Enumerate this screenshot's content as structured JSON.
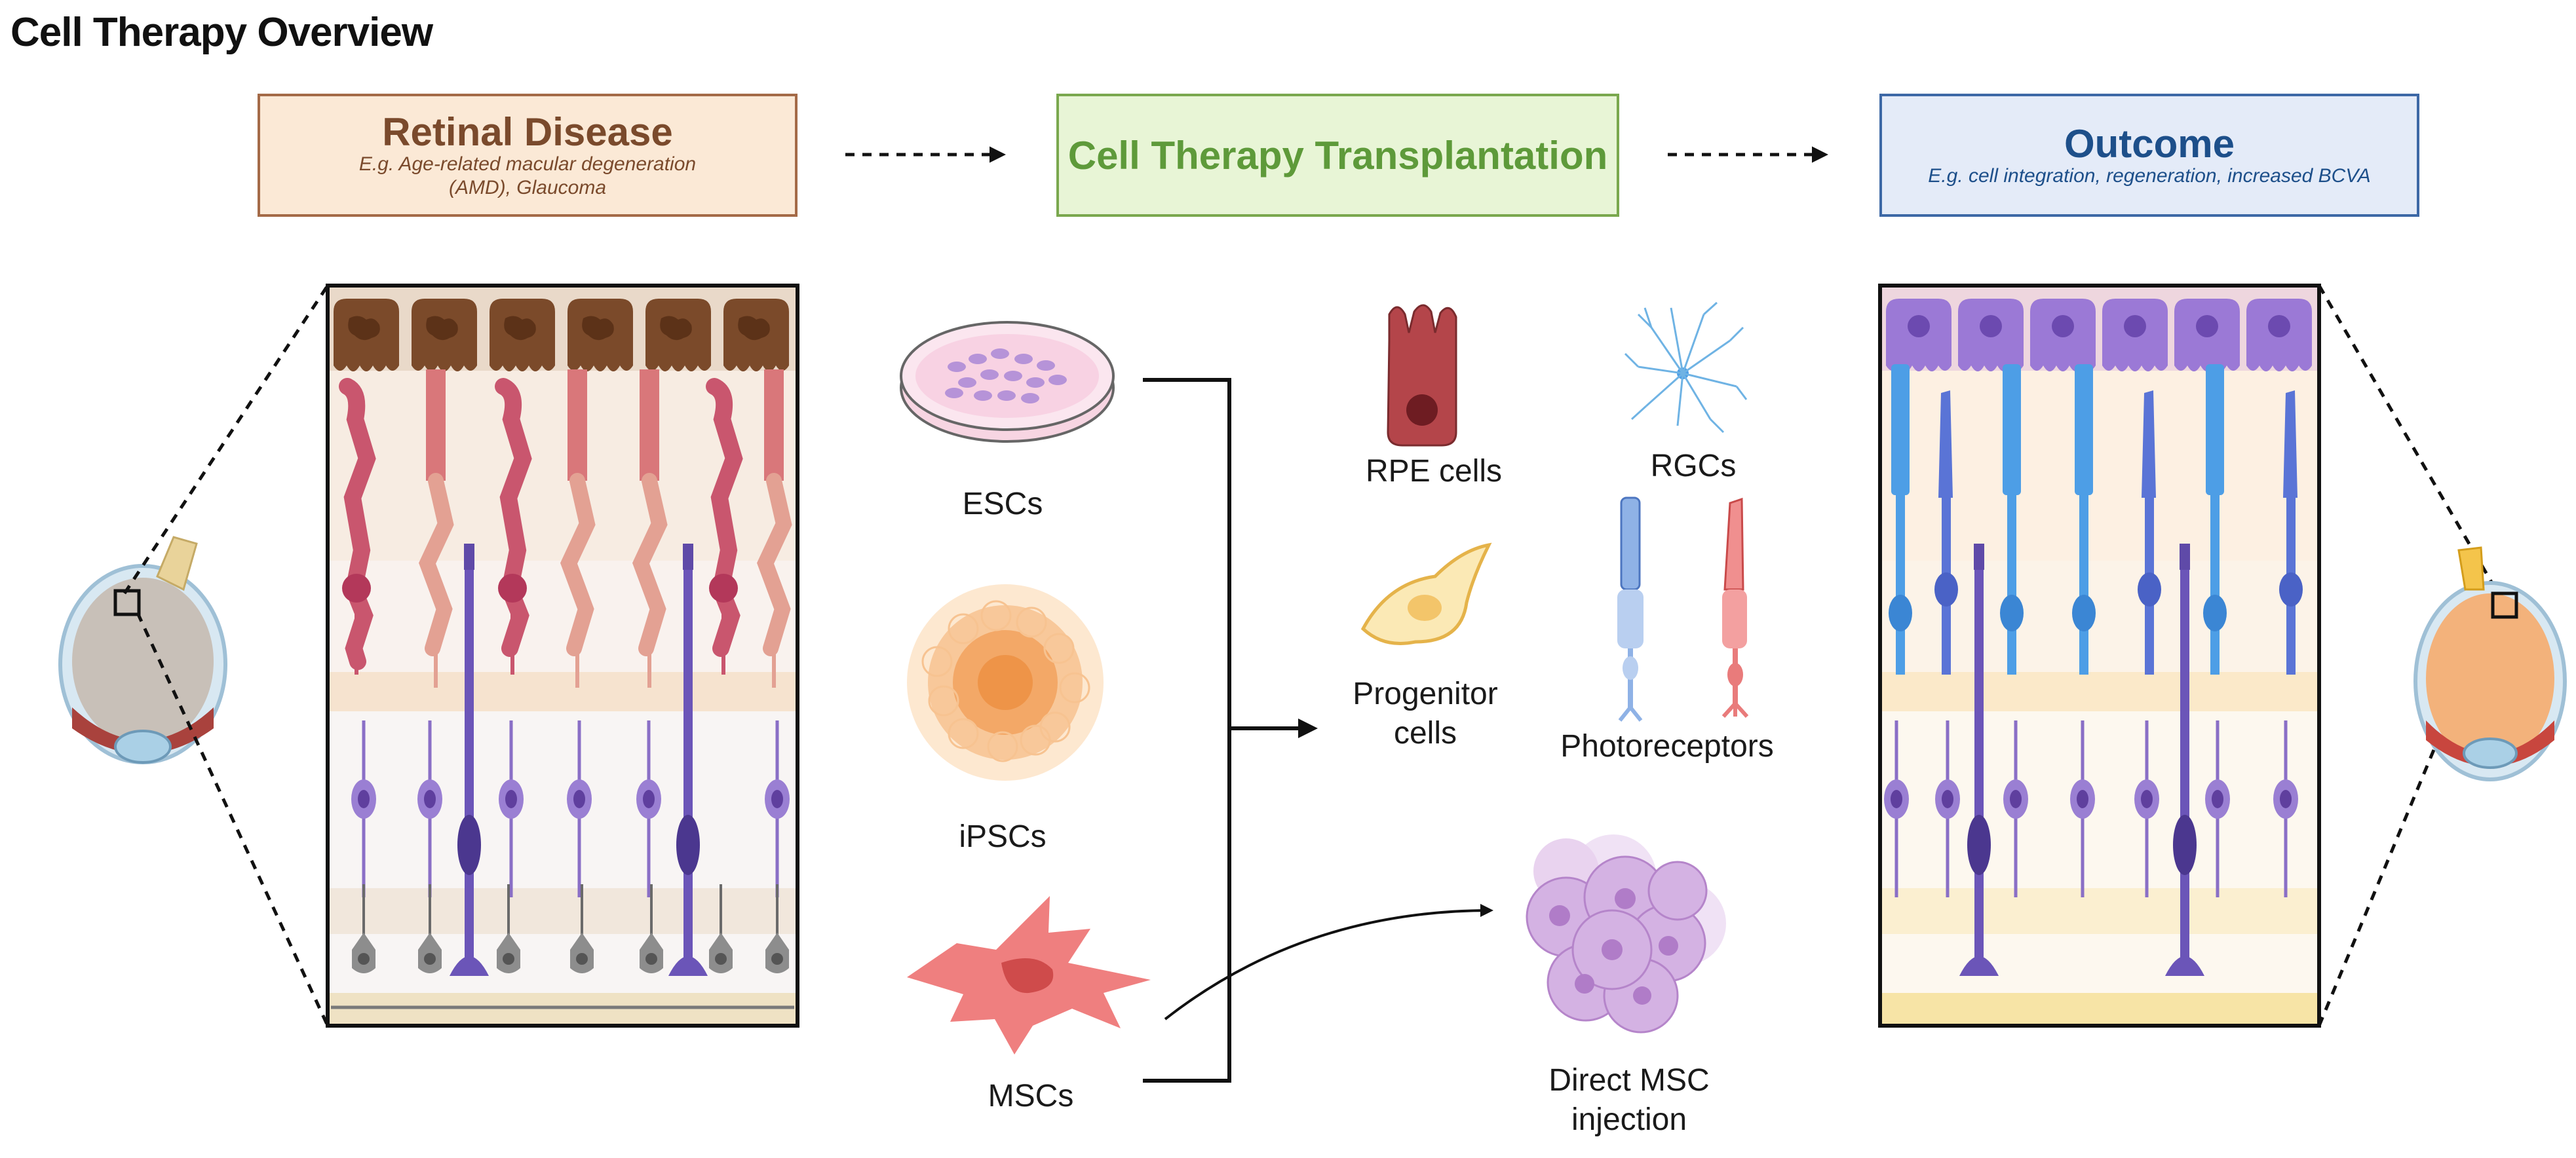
{
  "title": "Cell Therapy Overview",
  "stages": {
    "disease": {
      "title": "Retinal Disease",
      "subtitle": "E.g. Age-related macular degeneration (AMD), Glaucoma"
    },
    "therapy": {
      "title": "Cell Therapy Transplantation"
    },
    "outcome": {
      "title": "Outcome",
      "subtitle": "E.g. cell integration, regeneration, increased BCVA"
    }
  },
  "sources": [
    "ESCs",
    "iPSCs",
    "MSCs"
  ],
  "derived": {
    "rpe": "RPE cells",
    "rgc": "RGCs",
    "progenitor": "Progenitor cells",
    "photoreceptors": "Photoreceptors",
    "msc_injection": "Direct MSC injection"
  },
  "colors": {
    "disease_border": "#a46a47",
    "therapy_border": "#7aa84e",
    "outcome_border": "#3d68a6",
    "diseased_rpe": "#7b4a2a",
    "healthy_rpe": "#9b79d6",
    "healthy_photoreceptor": "#4d9ee6",
    "diseased_photoreceptor": "#c9566e"
  }
}
